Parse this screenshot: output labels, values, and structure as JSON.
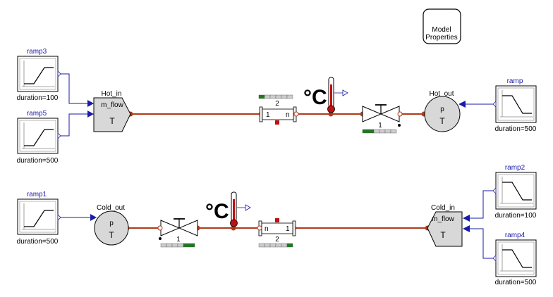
{
  "properties_button": {
    "line1": "Model",
    "line2": "Properties"
  },
  "ramps": {
    "ramp3": {
      "name": "ramp3",
      "param": "duration=100"
    },
    "ramp5": {
      "name": "ramp5",
      "param": "duration=500"
    },
    "ramp": {
      "name": "ramp",
      "param": "duration=500"
    },
    "ramp1": {
      "name": "ramp1",
      "param": "duration=500"
    },
    "ramp2": {
      "name": "ramp2",
      "param": "duration=100"
    },
    "ramp4": {
      "name": "ramp4",
      "param": "duration=500"
    }
  },
  "sources": {
    "hot_in": {
      "name": "Hot_in",
      "line1": "m_flow",
      "line2": "T"
    },
    "cold_in": {
      "name": "Cold_in",
      "line1": "m_flow",
      "line2": "T"
    }
  },
  "sinks": {
    "hot_out": {
      "name": "Hot_out",
      "line1": "p",
      "line2": "T"
    },
    "cold_out": {
      "name": "Cold_out",
      "line1": "p",
      "line2": "T"
    }
  },
  "pipes": {
    "top": {
      "index": "2",
      "port_left": "1",
      "port_right": "n"
    },
    "bottom": {
      "index": "2",
      "port_left": "n",
      "port_right": "1"
    }
  },
  "valves": {
    "top": {
      "label": "1"
    },
    "bottom": {
      "label": "1"
    }
  },
  "sensors": {
    "top": {
      "unit": "°C"
    },
    "bottom": {
      "unit": "°C"
    }
  },
  "colors": {
    "fluid_line": "#b03a1a",
    "signal_line": "#1a1aa8",
    "thermometer": "#c01010",
    "block_fill": "#d8d8d8"
  }
}
